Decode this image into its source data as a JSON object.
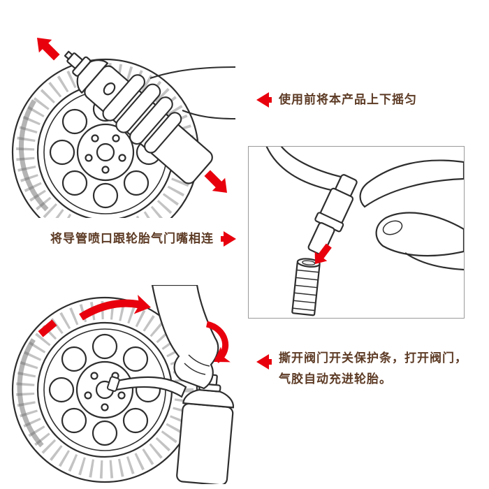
{
  "page": {
    "background": "#ffffff",
    "accent_red": "#e8000d",
    "text_color": "#5c3a24",
    "frame_border": "#9a9a9a"
  },
  "steps": {
    "step1": {
      "text": "使用前将本产品上下摇匀",
      "arrow_icon": "red-arrow-left"
    },
    "step2": {
      "text": "将导管喷口跟轮胎气门嘴相连",
      "arrow_icon": "red-arrow-right"
    },
    "step3": {
      "line1": "撕开阀门开关保护条，打开阀门，",
      "line2": "气胶自动充进轮胎。",
      "arrow_icon": "red-arrow-left"
    }
  },
  "illustrations": {
    "illus1": "shake-aerosol-can-above-wheel",
    "illus2": "connect-nozzle-to-tire-valve",
    "illus3": "open-valve-inflate-tire"
  }
}
